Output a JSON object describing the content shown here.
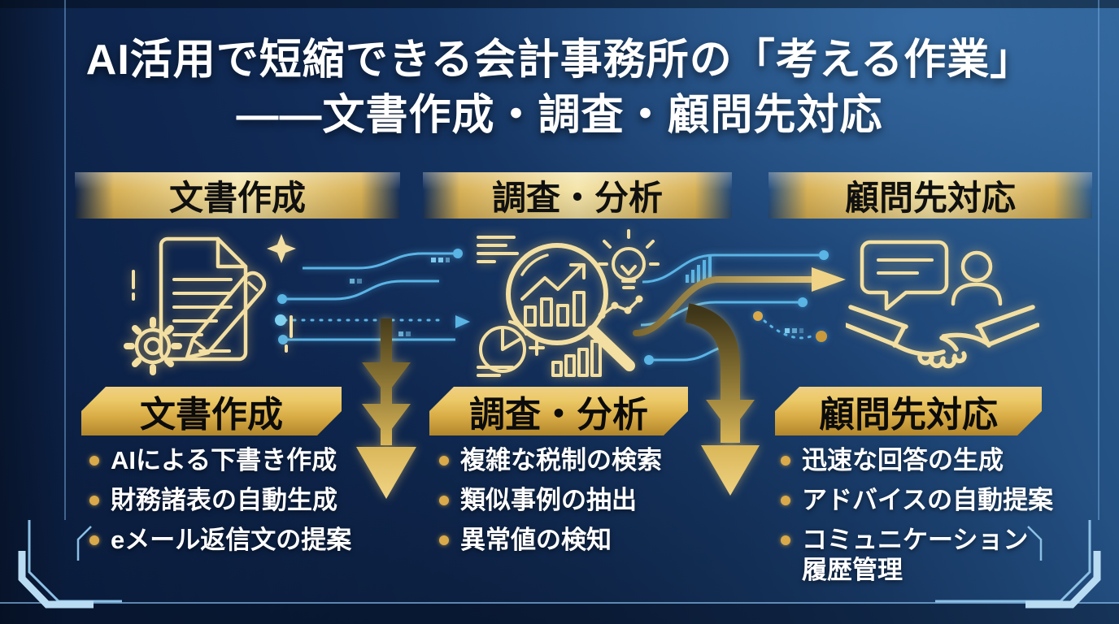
{
  "title": {
    "line1": "AI活用で短縮できる会計事務所の「考える作業」",
    "line2": "――文書作成・調査・顧問先対応"
  },
  "columns": [
    {
      "top_label": "文書作成",
      "icon": "document-pen-gear-icon",
      "banner_label": "文書作成",
      "bullets": [
        "AIによる下書き作成",
        "財務諸表の自動生成",
        "eメール返信文の提案"
      ]
    },
    {
      "top_label": "調査・分析",
      "icon": "magnifier-analytics-icon",
      "banner_label": "調査・分析",
      "bullets": [
        "複雑な税制の検索",
        "類似事例の抽出",
        "異常値の検知"
      ]
    },
    {
      "top_label": "顧問先対応",
      "icon": "handshake-communication-icon",
      "banner_label": "顧問先対応",
      "bullets": [
        "迅速な回答の生成",
        "アドバイスの自動提案",
        "コミュニケーション履歴管理"
      ]
    }
  ],
  "icons": {
    "column1": "document-pen-gear-icon",
    "column2": "magnifier-analytics-icon",
    "column3": "handshake-communication-icon",
    "flow": "gold-down-arrow-icon",
    "decor": "circuit-lines-icon"
  },
  "colors": {
    "background_navy": "#102a55",
    "gold_accent": "#d8b258",
    "gold_bright": "#f4e5ab",
    "circuit_blue": "#5ab4e4",
    "text_white": "#ffffff",
    "banner_text": "#0b0b0b"
  }
}
